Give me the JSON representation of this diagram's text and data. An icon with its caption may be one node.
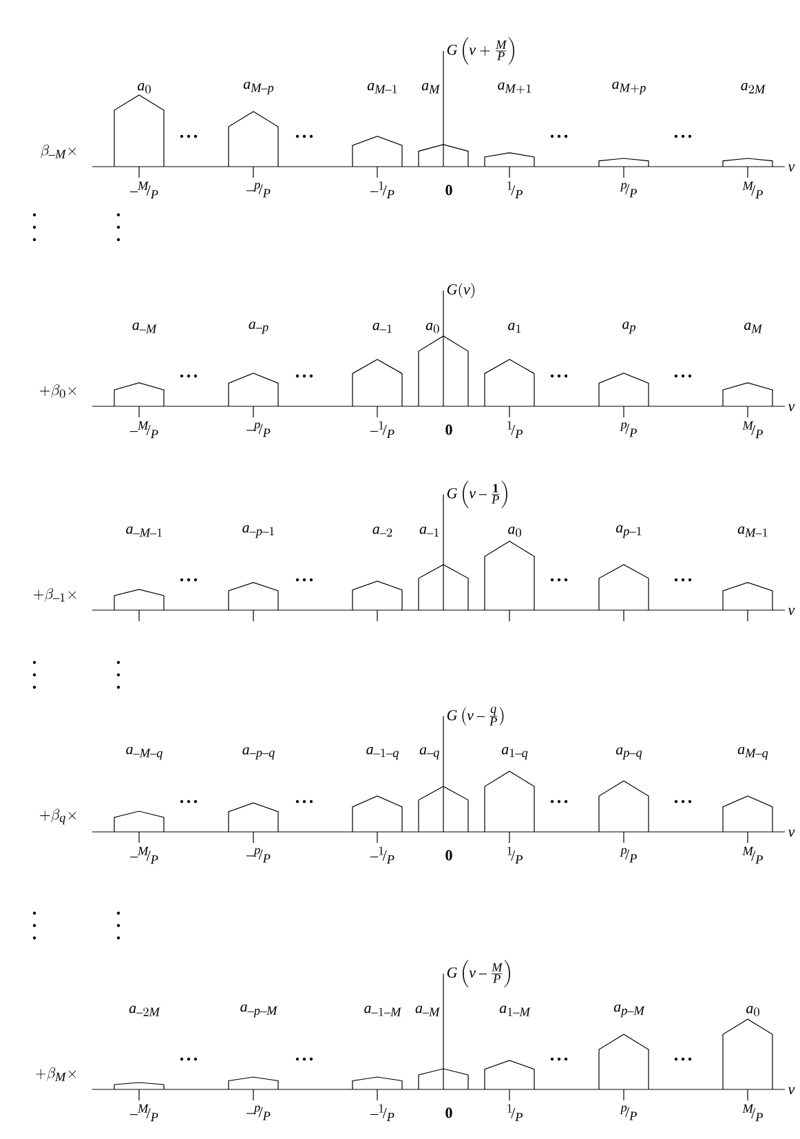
{
  "diagram": {
    "labels": [
      "G\\left(v+\\frac{M}{P}\\right)",
      "a_{0}",
      "a_{M-p}",
      "a_{M-1}",
      "a_{M}",
      "a_{M+1}",
      "a_{M+p}",
      "a_{2M}",
      "\\beta_{-M}\\times",
      "v",
      "-{}^{M}\\!/_{P}",
      "-{}^{p}\\!/_{P}",
      "-{}^{1}\\!/_{P}",
      "\\mathbf{0}",
      "{}^{1}\\!/_{P}",
      "{}^{p}\\!/_{P}",
      "{}^{M}\\!/_{P}",
      "G(v)",
      "a_{-M}",
      "a_{-p}",
      "a_{-1}",
      "a_{0}",
      "a_{1}",
      "a_{p}",
      "a_{M}",
      "+\\beta_{0}\\times",
      "v",
      "-{}^{M}\\!/_{P}",
      "-{}^{p}\\!/_{P}",
      "-{}^{1}\\!/_{P}",
      "\\mathbf{0}",
      "{}^{1}\\!/_{P}",
      "{}^{p}\\!/_{P}",
      "{}^{M}\\!/_{P}",
      "G\\left(v-\\frac{\\mathbf{1}}{P}\\right)",
      "a_{-M-1}",
      "a_{-p-1}",
      "a_{-2}",
      "a_{-1}",
      "a_{0}",
      "a_{p-1}",
      "a_{M-1}",
      "+\\beta_{-1}\\times",
      "v",
      "G\\left(v-\\frac{q}{P}\\right)",
      "a_{-M-q}",
      "a_{-p-q}",
      "a_{-1-q}",
      "a_{-q}",
      "a_{1-q}",
      "a_{p-q}",
      "a_{M-q}",
      "+\\beta_{q}\\times",
      "v",
      "-{}^{M}\\!/_{P}",
      "-{}^{p}\\!/_{P}",
      "-{}^{1}\\!/_{P}",
      "\\mathbf{0}",
      "{}^{1}\\!/_{P}",
      "{}^{p}\\!/_{P}",
      "{}^{M}\\!/_{P}",
      "G\\left(v-\\frac{M}{P}\\right)",
      "a_{-2M}",
      "a_{-p-M}",
      "a_{-1-M}",
      "a_{-M}",
      "a_{1-M}",
      "a_{p-M}",
      "a_{0}",
      "+\\beta_{M}\\times",
      "v",
      "-{}^{M}\\!/_{P}",
      "-{}^{p}\\!/_{P}",
      "-{}^{1}\\!/_{P}",
      "\\mathbf{0}",
      "{}^{1}\\!/_{P}",
      "{}^{p}\\!/_{P}",
      "{}^{M}\\!/_{P}"
    ]
  }
}
